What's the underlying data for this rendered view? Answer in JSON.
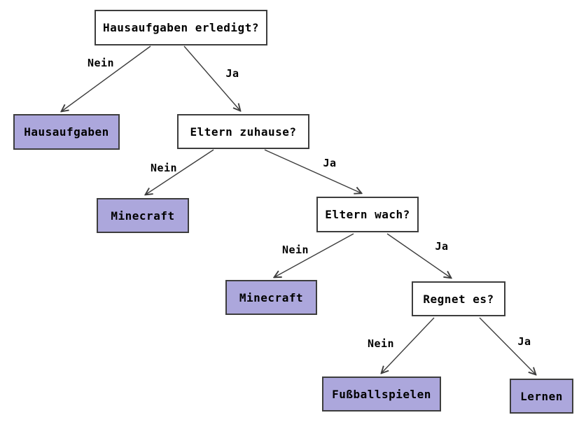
{
  "diagram": {
    "type": "decision-tree",
    "language": "de",
    "colors": {
      "leaf_fill": "#aca7dc",
      "decision_fill": "#ffffff",
      "border": "#3d3d3d",
      "edge": "#3d3d3d",
      "text": "#000000",
      "background": "#ffffff"
    },
    "nodes": [
      {
        "id": "root",
        "kind": "decision",
        "label": "Hausaufgaben erledigt?"
      },
      {
        "id": "hausaufgaben",
        "kind": "leaf",
        "label": "Hausaufgaben"
      },
      {
        "id": "eltern_zuhause",
        "kind": "decision",
        "label": "Eltern zuhause?"
      },
      {
        "id": "minecraft_1",
        "kind": "leaf",
        "label": "Minecraft"
      },
      {
        "id": "eltern_wach",
        "kind": "decision",
        "label": "Eltern wach?"
      },
      {
        "id": "minecraft_2",
        "kind": "leaf",
        "label": "Minecraft"
      },
      {
        "id": "regnet_es",
        "kind": "decision",
        "label": "Regnet es?"
      },
      {
        "id": "fussballspielen",
        "kind": "leaf",
        "label": "Fußballspielen"
      },
      {
        "id": "lernen",
        "kind": "leaf",
        "label": "Lernen"
      }
    ],
    "edges": [
      {
        "from": "root",
        "to": "hausaufgaben",
        "label": "Nein"
      },
      {
        "from": "root",
        "to": "eltern_zuhause",
        "label": "Ja"
      },
      {
        "from": "eltern_zuhause",
        "to": "minecraft_1",
        "label": "Nein"
      },
      {
        "from": "eltern_zuhause",
        "to": "eltern_wach",
        "label": "Ja"
      },
      {
        "from": "eltern_wach",
        "to": "minecraft_2",
        "label": "Nein"
      },
      {
        "from": "eltern_wach",
        "to": "regnet_es",
        "label": "Ja"
      },
      {
        "from": "regnet_es",
        "to": "fussballspielen",
        "label": "Nein"
      },
      {
        "from": "regnet_es",
        "to": "lernen",
        "label": "Ja"
      }
    ]
  }
}
